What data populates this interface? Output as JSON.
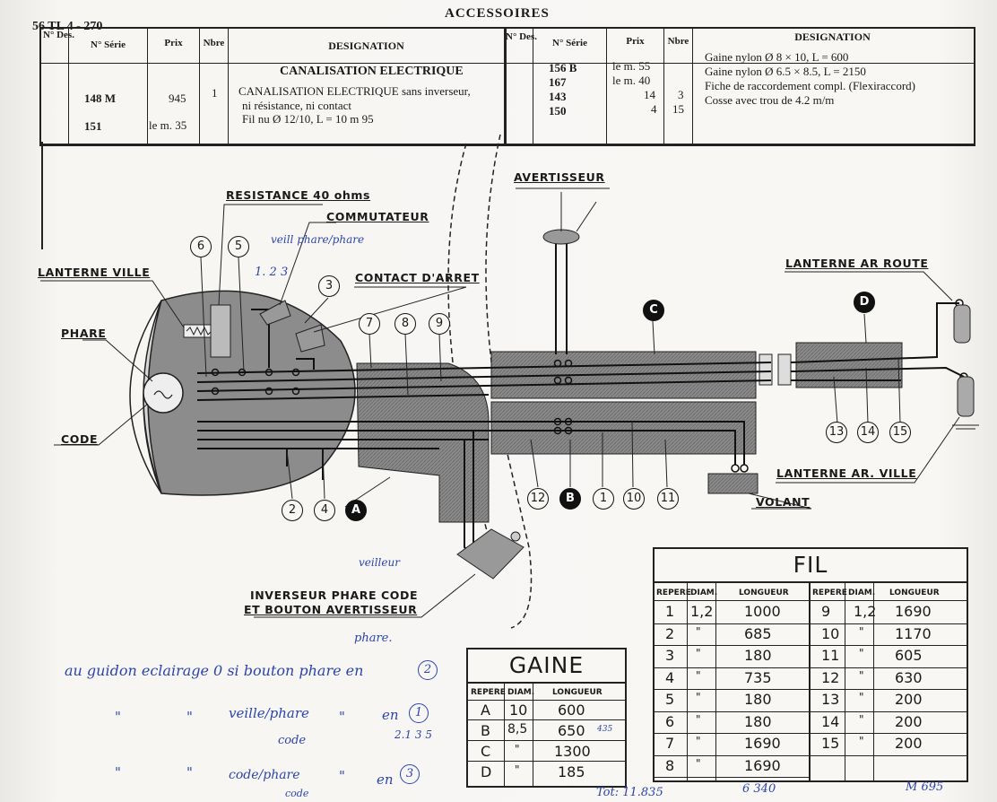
{
  "header": {
    "ref": "56 TL 4 - 270",
    "title": "ACCESSOIRES"
  },
  "parts_table_left": {
    "columns": [
      "N° Des.",
      "N° Série",
      "Prix",
      "Nbre",
      "DESIGNATION"
    ],
    "section_title": "CANALISATION ELECTRIQUE",
    "rows": [
      {
        "serie": "148 M",
        "prix": "945",
        "nbre": "1",
        "designation": [
          "CANALISATION ELECTRIQUE sans inverseur,",
          "ni résistance, ni contact"
        ]
      },
      {
        "serie": "151",
        "prix": "le m. 35",
        "nbre": "",
        "designation": [
          "Fil nu Ø 12/10, L = 10 m 95"
        ]
      }
    ]
  },
  "parts_table_right": {
    "columns": [
      "N° Des.",
      "N° Série",
      "Prix",
      "Nbre",
      "DESIGNATION"
    ],
    "rows": [
      {
        "serie": "156 B",
        "prix": "le m. 55",
        "nbre": "",
        "designation": "Gaine nylon Ø 8 × 10, L = 600"
      },
      {
        "serie": "167",
        "prix": "le m. 40",
        "nbre": "",
        "designation": "Gaine nylon Ø 6.5 × 8.5, L = 2150"
      },
      {
        "serie": "143",
        "prix": "14",
        "nbre": "3",
        "designation": "Fiche de raccordement compl. (Flexiraccord)"
      },
      {
        "serie": "150",
        "prix": "4",
        "nbre": "15",
        "designation": "Cosse avec trou de 4.2 m/m"
      }
    ]
  },
  "diagram_labels": {
    "resistance": "RESISTANCE 40 ohms",
    "commutateur": "COMMUTATEUR",
    "lanterne_ville": "LANTERNE VILLE",
    "contact_arret": "CONTACT D'ARRET",
    "phare": "PHARE",
    "code": "CODE",
    "avertisseur": "AVERTISSEUR",
    "lanterne_ar_route": "LANTERNE AR ROUTE",
    "lanterne_ar_ville": "LANTERNE AR. VILLE",
    "volant": "VOLANT",
    "inverseur": [
      "INVERSEUR PHARE CODE",
      "ET BOUTON AVERTISSEUR"
    ]
  },
  "wire_markers": [
    "6",
    "5",
    "3",
    "7",
    "8",
    "9",
    "2",
    "4",
    "12",
    "1",
    "10",
    "11",
    "13",
    "14",
    "15"
  ],
  "sheath_markers": [
    "A",
    "B",
    "C",
    "D"
  ],
  "gaine_table": {
    "title": "GAINE",
    "columns": [
      "REPERE",
      "DIAM.",
      "LONGUEUR"
    ],
    "rows": [
      [
        "A",
        "10",
        "600"
      ],
      [
        "B",
        "8,5",
        "650"
      ],
      [
        "C",
        "\"",
        "1300"
      ],
      [
        "D",
        "\"",
        "185"
      ]
    ]
  },
  "fil_table": {
    "title": "FIL",
    "columns": [
      "REPERE",
      "DIAM.",
      "LONGUEUR",
      "REPERE",
      "DIAM.",
      "LONGUEUR"
    ],
    "left_rows": [
      [
        "1",
        "1,2",
        "1000"
      ],
      [
        "2",
        "\"",
        "685"
      ],
      [
        "3",
        "\"",
        "180"
      ],
      [
        "4",
        "\"",
        "735"
      ],
      [
        "5",
        "\"",
        "180"
      ],
      [
        "6",
        "\"",
        "180"
      ],
      [
        "7",
        "\"",
        "1690"
      ],
      [
        "8",
        "\"",
        "1690"
      ]
    ],
    "right_rows": [
      [
        "9",
        "1,2",
        "1690"
      ],
      [
        "10",
        "\"",
        "1170"
      ],
      [
        "11",
        "\"",
        "605"
      ],
      [
        "12",
        "\"",
        "630"
      ],
      [
        "13",
        "\"",
        "200"
      ],
      [
        "14",
        "\"",
        "200"
      ],
      [
        "15",
        "\"",
        "200"
      ]
    ]
  },
  "handwritten": {
    "veille_phare": "veill phare/phare",
    "nums_123": "1. 2 3",
    "veilleur": "veilleur",
    "phare_top": "phare.",
    "line1": "au guidon eclairage 0 si bouton phare en",
    "line1_circle": "2",
    "line2_a": "veille/phare",
    "line2_b": "code",
    "line2_circle": "1",
    "line2_nums": "2.1 3 5",
    "line3_a": "code/phare",
    "line3_b": "code",
    "line3_circle": "3",
    "bottom_a": "Tot: 11.835",
    "bottom_b": "6 340",
    "bottom_c": "M 695",
    "note_435": "435"
  }
}
